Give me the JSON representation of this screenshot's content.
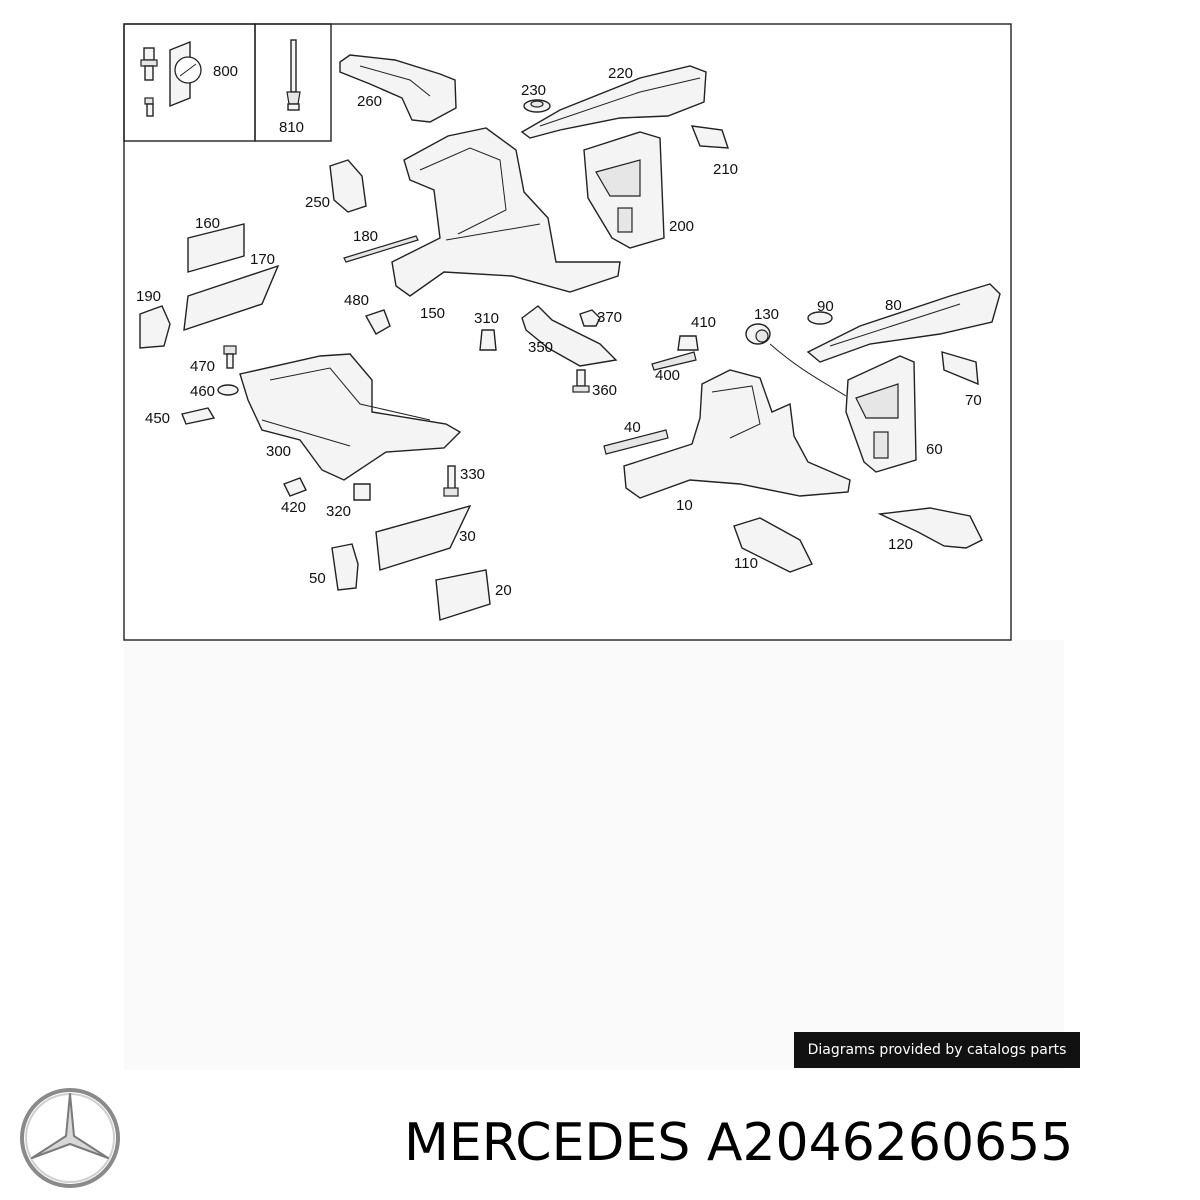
{
  "callouts": [
    {
      "id": "c800",
      "text": "800"
    },
    {
      "id": "c810",
      "text": "810"
    },
    {
      "id": "c260",
      "text": "260"
    },
    {
      "id": "c230",
      "text": "230"
    },
    {
      "id": "c220",
      "text": "220"
    },
    {
      "id": "c210",
      "text": "210"
    },
    {
      "id": "c200",
      "text": "200"
    },
    {
      "id": "c250",
      "text": "250"
    },
    {
      "id": "c160",
      "text": "160"
    },
    {
      "id": "c170",
      "text": "170"
    },
    {
      "id": "c180",
      "text": "180"
    },
    {
      "id": "c190",
      "text": "190"
    },
    {
      "id": "c480",
      "text": "480"
    },
    {
      "id": "c150",
      "text": "150"
    },
    {
      "id": "c310",
      "text": "310"
    },
    {
      "id": "c370",
      "text": "370"
    },
    {
      "id": "c410",
      "text": "410"
    },
    {
      "id": "c130",
      "text": "130"
    },
    {
      "id": "c90",
      "text": "90"
    },
    {
      "id": "c80",
      "text": "80"
    },
    {
      "id": "c470",
      "text": "470"
    },
    {
      "id": "c350",
      "text": "350"
    },
    {
      "id": "c400",
      "text": "400"
    },
    {
      "id": "c460",
      "text": "460"
    },
    {
      "id": "c360",
      "text": "360"
    },
    {
      "id": "c70",
      "text": "70"
    },
    {
      "id": "c450",
      "text": "450"
    },
    {
      "id": "c40",
      "text": "40"
    },
    {
      "id": "c60",
      "text": "60"
    },
    {
      "id": "c300",
      "text": "300"
    },
    {
      "id": "c330",
      "text": "330"
    },
    {
      "id": "c10",
      "text": "10"
    },
    {
      "id": "c420",
      "text": "420"
    },
    {
      "id": "c320",
      "text": "320"
    },
    {
      "id": "c30",
      "text": "30"
    },
    {
      "id": "c120",
      "text": "120"
    },
    {
      "id": "c110",
      "text": "110"
    },
    {
      "id": "c50",
      "text": "50"
    },
    {
      "id": "c20",
      "text": "20"
    }
  ],
  "credit": "Diagrams provided by catalogs parts",
  "footer": {
    "brand": "MERCEDES",
    "part_number": "A2046260655"
  },
  "logo_icon": "mercedes-star-icon"
}
